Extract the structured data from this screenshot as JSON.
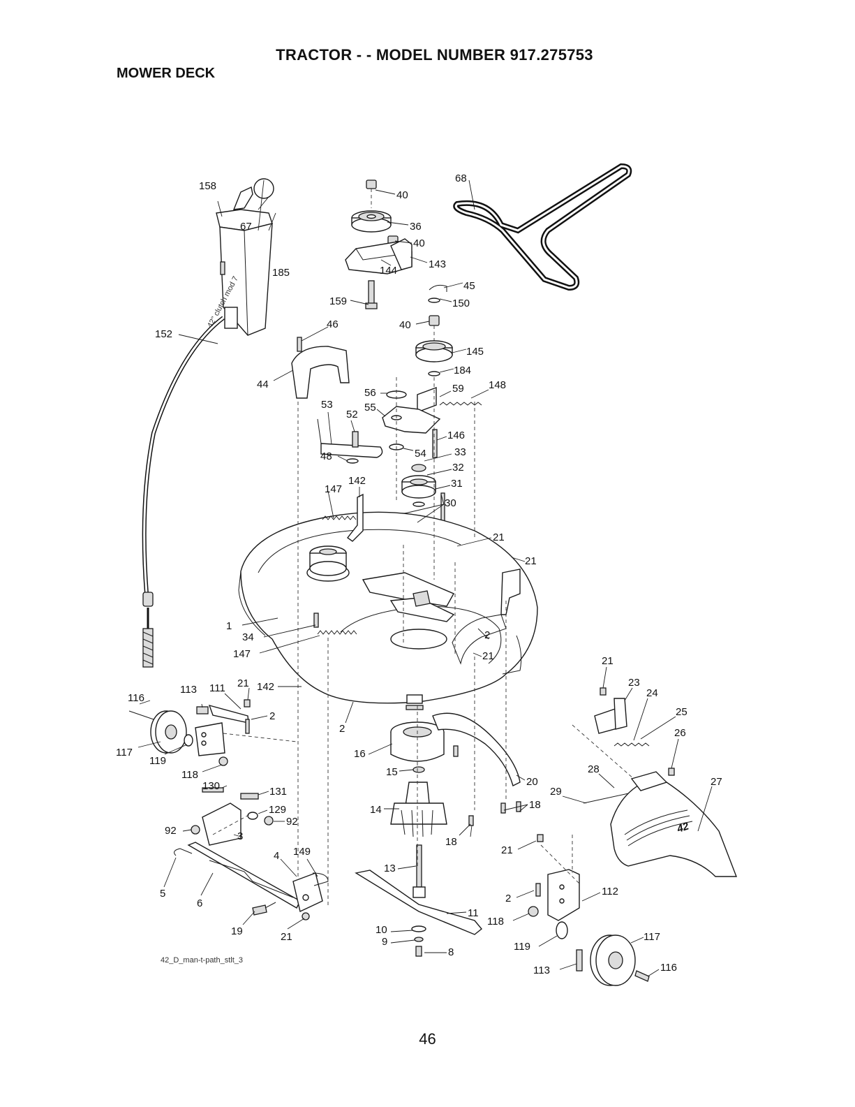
{
  "header": {
    "title": "TRACTOR - - MODEL NUMBER 917.275753",
    "section": "MOWER DECK"
  },
  "diagram": {
    "file_id": "42_D_man-t-path_stlt_3",
    "parts": {
      "p1": "1",
      "p2a": "2",
      "p2b": "2",
      "p2c": "2",
      "p2d": "2",
      "p3": "3",
      "p4": "4",
      "p5": "5",
      "p6": "6",
      "p8": "8",
      "p9": "9",
      "p10": "10",
      "p11": "11",
      "p13": "13",
      "p14": "14",
      "p15": "15",
      "p16": "16",
      "p18a": "18",
      "p18b": "18",
      "p19": "19",
      "p20": "20",
      "p21a": "21",
      "p21b": "21",
      "p21c": "21",
      "p21d": "21",
      "p21e": "21",
      "p21f": "21",
      "p21g": "21",
      "p23": "23",
      "p24": "24",
      "p25": "25",
      "p26": "26",
      "p27": "27",
      "p28": "28",
      "p29": "29",
      "p30": "30",
      "p31": "31",
      "p32": "32",
      "p33": "33",
      "p34": "34",
      "p36": "36",
      "p40a": "40",
      "p40b": "40",
      "p40c": "40",
      "p44": "44",
      "p45": "45",
      "p46": "46",
      "p48": "48",
      "p52": "52",
      "p53": "53",
      "p54": "54",
      "p55": "55",
      "p56": "56",
      "p59": "59",
      "p67": "67",
      "p68": "68",
      "p92a": "92",
      "p92b": "92",
      "p111": "111",
      "p112": "112",
      "p113a": "113",
      "p113b": "113",
      "p116a": "116",
      "p116b": "116",
      "p117a": "117",
      "p117b": "117",
      "p118a": "118",
      "p118b": "118",
      "p119a": "119",
      "p119b": "119",
      "p129": "129",
      "p130": "130",
      "p131": "131",
      "p142a": "142",
      "p142b": "142",
      "p143": "143",
      "p144": "144",
      "p145": "145",
      "p146": "146",
      "p147a": "147",
      "p147b": "147",
      "p148": "148",
      "p149": "149",
      "p150": "150",
      "p152": "152",
      "p158": "158",
      "p159": "159",
      "p184": "184",
      "p185": "185"
    },
    "cable_marking": "42\" clutch mod 7",
    "shield_marking": "42"
  },
  "footer": {
    "page_number": "46"
  }
}
